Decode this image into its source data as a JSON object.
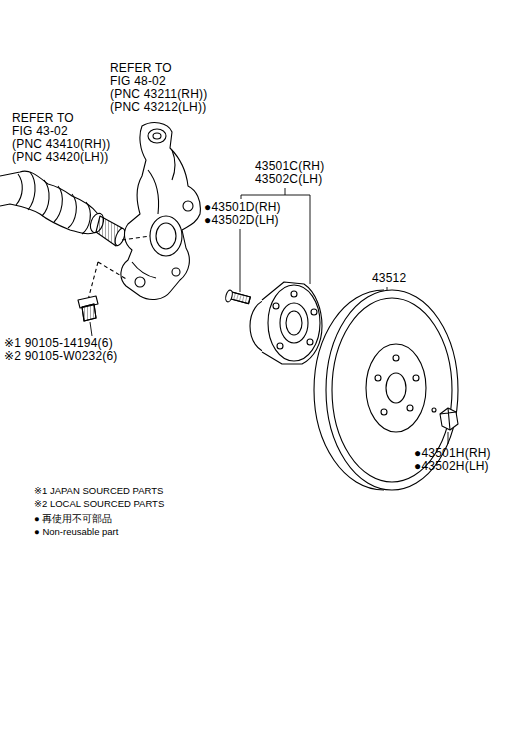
{
  "diagram": {
    "labels": [
      "REFER TO",
      "FIG 48-02",
      "(PNC 43211(RH))",
      "(PNC 43212(LH))",
      "REFER TO",
      "FIG 43-02",
      "(PNC 43410(RH))",
      "(PNC 43420(LH))",
      "43501C(RH)",
      "43502C(LH)",
      "●43501D(RH)",
      "●43502D(LH)",
      "43512",
      "●43501H(RH)",
      "●43502H(LH)",
      "※1 90105-14194(6)",
      "※2 90105-W0232(6)",
      "※1 JAPAN SOURCED PARTS",
      "※2 LOCAL SOURCED PARTS",
      "● 再使用不可部品",
      "● Non-reusable part"
    ]
  }
}
